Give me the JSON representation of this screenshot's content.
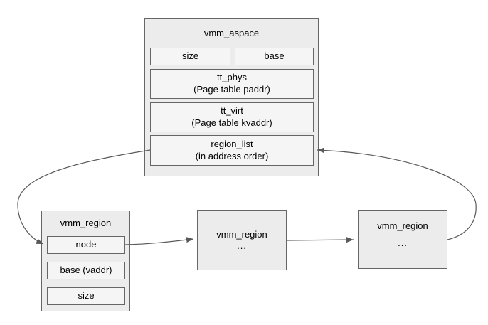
{
  "colors": {
    "canvas_bg": "#ffffff",
    "box_fill": "#ececec",
    "field_fill": "#f5f5f5",
    "border": "#666666",
    "connector": "#595959",
    "text": "#000000"
  },
  "aspace": {
    "title": "vmm_aspace",
    "size_label": "size",
    "base_label": "base",
    "tt_phys": {
      "line1": "tt_phys",
      "line2": "(Page table paddr)"
    },
    "tt_virt": {
      "line1": "tt_virt",
      "line2": "(Page table kvaddr)"
    },
    "region_list": {
      "line1": "region_list",
      "line2": "(in address order)"
    }
  },
  "region_detail": {
    "title": "vmm_region",
    "node_label": "node",
    "base_label": "base (vaddr)",
    "size_label": "size"
  },
  "region_mid": {
    "title": "vmm_region",
    "ellipsis": "..."
  },
  "region_right": {
    "title": "vmm_region",
    "ellipsis": "..."
  }
}
